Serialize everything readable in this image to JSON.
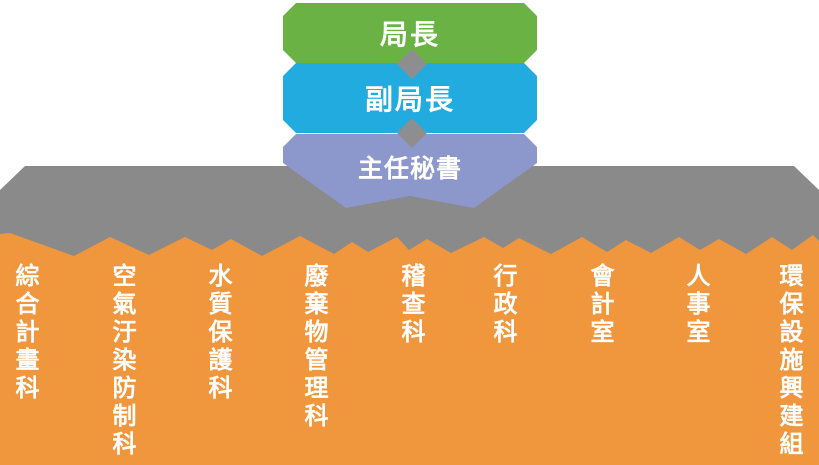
{
  "hierarchy": [
    {
      "label": "局長"
    },
    {
      "label": "副局長"
    },
    {
      "label": "主任秘書"
    }
  ],
  "departments": [
    "綜合計畫科",
    "空氣汙染防制科",
    "水質保護科",
    "廢棄物管理科",
    "稽查科",
    "行政科",
    "會計室",
    "人事室",
    "環保設施興建組"
  ],
  "colors": {
    "director_box": "#6BB245",
    "deputy_box": "#22ABDF",
    "secretary_box": "#8C97CB",
    "division_band": "#8A8A8A",
    "connector_diamond": "#8E8D90",
    "departments_band": "#F0963D",
    "label_text": "#FFFFFF"
  }
}
